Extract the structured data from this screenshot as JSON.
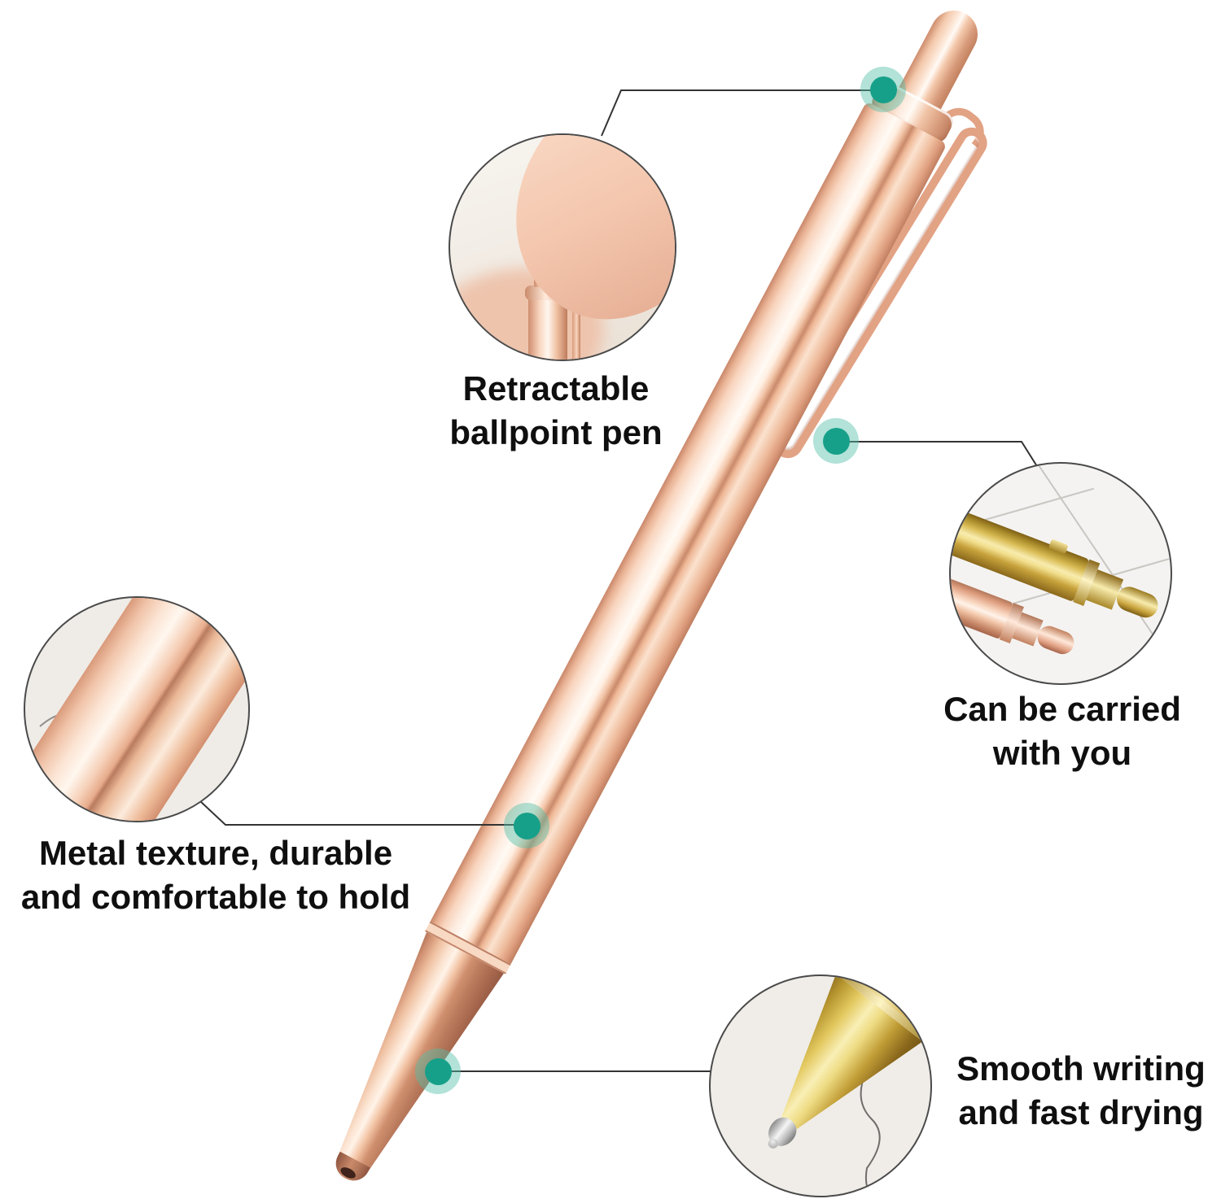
{
  "callouts": {
    "retractable": {
      "line1": "Retractable",
      "line2": "ballpoint pen"
    },
    "carry": {
      "line1": "Can be carried",
      "line2": "with you"
    },
    "metal": {
      "line1": "Metal texture, durable",
      "line2": "and comfortable to hold"
    },
    "smooth": {
      "line1": "Smooth writing",
      "line2": "and fast drying"
    }
  },
  "colors": {
    "accent_dot": "#17a089",
    "accent_dot_halo": "#8ed0c3",
    "connector_line": "#333333",
    "text": "#0f0f0f",
    "pen_rose_gold": "#f2c5a8",
    "pen_gold": "#d9bc55",
    "background": "#ffffff"
  }
}
